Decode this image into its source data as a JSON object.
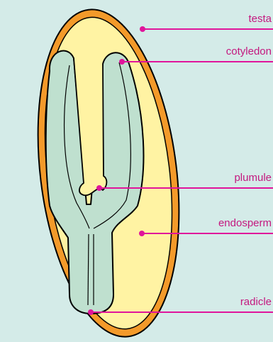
{
  "diagram": {
    "labels": {
      "testa": "testa",
      "cotyledon": "cotyledon",
      "plumule": "plumule",
      "endosperm": "endosperm",
      "radicle": "radicle"
    },
    "colors": {
      "background": "#d4ebe8",
      "testa": "#f39a2a",
      "endosperm": "#fff3a3",
      "embryo": "#bfe0cf",
      "outline": "#000000",
      "label_line": "#e0159b"
    }
  }
}
